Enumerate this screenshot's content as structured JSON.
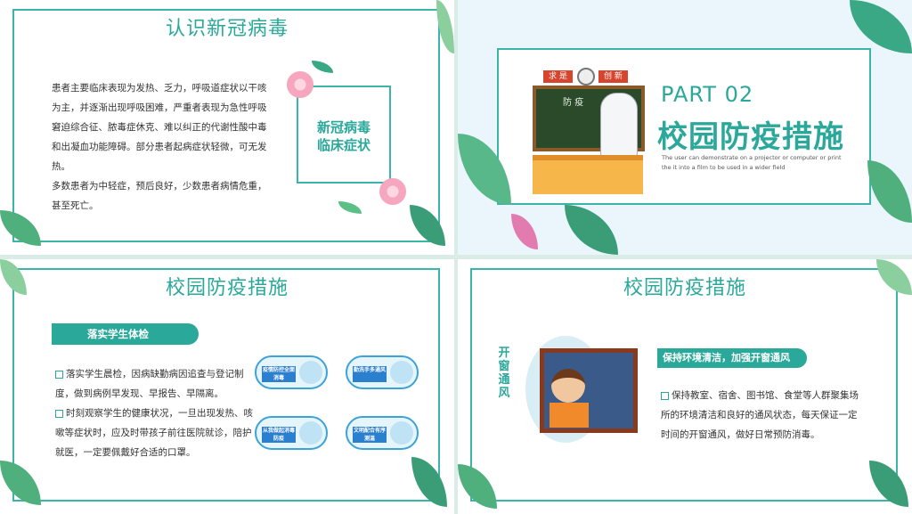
{
  "slides": {
    "s1": {
      "title": "认识新冠病毒",
      "card_title_1": "新冠病毒",
      "card_title_2": "临床症状",
      "para_1": "患者主要临床表现为发热、乏力，呼吸道症状以干咳为主，并逐渐出现呼吸困难，严重者表现为急性呼吸窘迫综合征、脓毒症休克、难以纠正的代谢性酸中毒和出凝血功能障碍。部分患者起病症状轻微，可无发热。",
      "para_2": "多数患者为中轻症，预后良好，少数患者病情危重，甚至死亡。"
    },
    "s2": {
      "tag_1": "求 是",
      "tag_2": "创 新",
      "board_text": "防 疫",
      "part": "PART 02",
      "title": "校园防疫措施",
      "english": "The user can demonstrate on a projector or computer or print the it into a film to be used in a wider field"
    },
    "s3": {
      "title": "校园防疫措施",
      "badge": "落实学生体检",
      "bullet_1": "落实学生晨检，因病缺勤病因追查与登记制度，做到病例早发现、早报告、早隔离。",
      "bullet_2": "时刻观察学生的健康状况，一旦出现发热、咳嗽等症状时，应及时带孩子前往医院就诊，陪护就医，一定要佩戴好合适的口罩。",
      "pills": [
        {
          "label": "疫情防控全面消毒"
        },
        {
          "label": "勤洗手多通风"
        },
        {
          "label": "从我做起消毒防疫"
        },
        {
          "label": "文明配合有序测温"
        }
      ]
    },
    "s4": {
      "title": "校园防疫措施",
      "vertical": "开窗通风",
      "badge": "保持环境清洁，加强开窗通风",
      "bullet_1": "保持教室、宿舍、图书馆、食堂等人群聚集场所的环境清洁和良好的通风状态，每天保证一定时间的开窗通风，做好日常预防消毒。"
    }
  },
  "colors": {
    "accent": "#2aa89a",
    "frame": "#3bb5a8",
    "badge_blue": "#2b7fcf"
  }
}
